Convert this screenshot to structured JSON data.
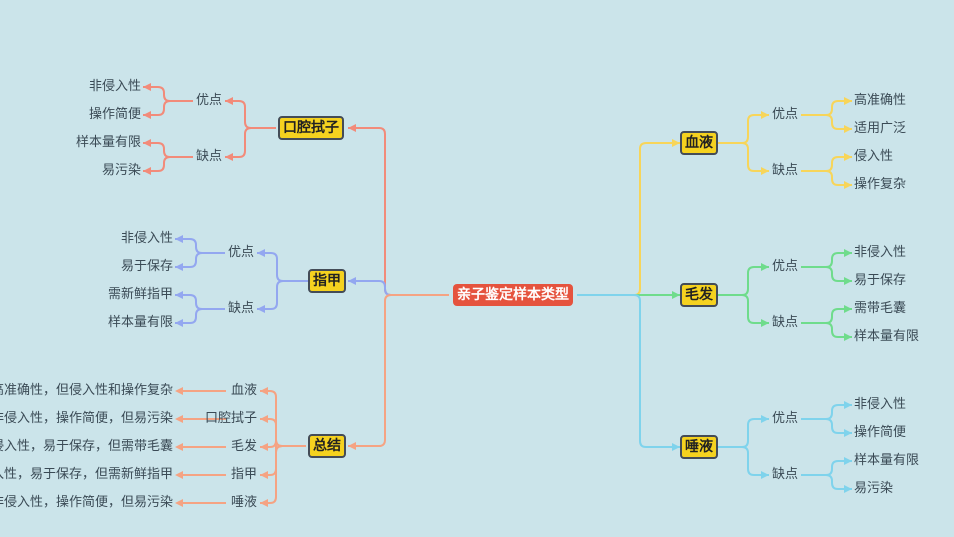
{
  "root": "亲子鉴定样本类型",
  "colors": {
    "background": "#cbe4ea",
    "root": "#e5533e",
    "node_fill": "#f5d21f",
    "node_border": "#444c57",
    "branch_oral": "#f28b7a",
    "branch_nail": "#93a7f0",
    "branch_summary": "#f5a383",
    "branch_blood": "#f7d55a",
    "branch_hair": "#6fdc8c",
    "branch_saliva": "#7fd3ec"
  },
  "icons": {
    "arrow": "arrow-head-icon"
  },
  "branches": {
    "oral": {
      "title": "口腔拭子",
      "pros_label": "优点",
      "pros": [
        "非侵入性",
        "操作简便"
      ],
      "cons_label": "缺点",
      "cons": [
        "样本量有限",
        "易污染"
      ]
    },
    "nail": {
      "title": "指甲",
      "pros_label": "优点",
      "pros": [
        "非侵入性",
        "易于保存"
      ],
      "cons_label": "缺点",
      "cons": [
        "需新鲜指甲",
        "样本量有限"
      ]
    },
    "summary": {
      "title": "总结",
      "items": [
        {
          "name": "血液",
          "desc": "高准确性，但侵入性和操作复杂"
        },
        {
          "name": "口腔拭子",
          "desc": "非侵入性，操作简便，但易污染"
        },
        {
          "name": "毛发",
          "desc": "非侵入性，易于保存，但需带毛囊"
        },
        {
          "name": "指甲",
          "desc": "非侵入性，易于保存，但需新鲜指甲"
        },
        {
          "name": "唾液",
          "desc": "非侵入性，操作简便，但易污染"
        }
      ]
    },
    "blood": {
      "title": "血液",
      "pros_label": "优点",
      "pros": [
        "高准确性",
        "适用广泛"
      ],
      "cons_label": "缺点",
      "cons": [
        "侵入性",
        "操作复杂"
      ]
    },
    "hair": {
      "title": "毛发",
      "pros_label": "优点",
      "pros": [
        "非侵入性",
        "易于保存"
      ],
      "cons_label": "缺点",
      "cons": [
        "需带毛囊",
        "样本量有限"
      ]
    },
    "saliva": {
      "title": "唾液",
      "pros_label": "优点",
      "pros": [
        "非侵入性",
        "操作简便"
      ],
      "cons_label": "缺点",
      "cons": [
        "样本量有限",
        "易污染"
      ]
    }
  }
}
